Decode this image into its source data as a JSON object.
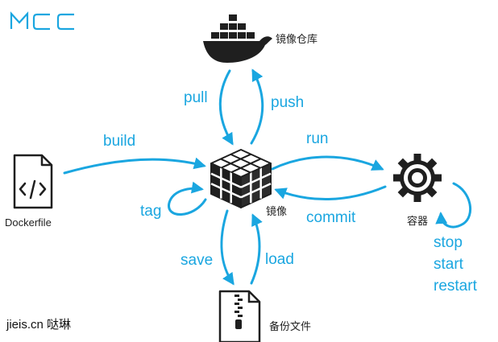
{
  "brand": {
    "logo_text": "MCC"
  },
  "nodes": {
    "registry": "镜像仓库",
    "image": "镜像",
    "container": "容器",
    "dockerfile": "Dockerfile",
    "archive": "备份文件"
  },
  "edges": {
    "pull": "pull",
    "push": "push",
    "build": "build",
    "run": "run",
    "commit": "commit",
    "tag": "tag",
    "save": "save",
    "load": "load"
  },
  "container_actions": [
    "stop",
    "start",
    "restart"
  ],
  "watermark": "jieis.cn 哒琳",
  "colors": {
    "accent": "#1aa6e0",
    "icon": "#1f1f1f",
    "text": "#222222"
  },
  "icons": {
    "registry": "docker-whale-icon",
    "image": "cube-icon",
    "container": "gear-icon",
    "dockerfile": "code-file-icon",
    "archive": "zip-file-icon"
  }
}
